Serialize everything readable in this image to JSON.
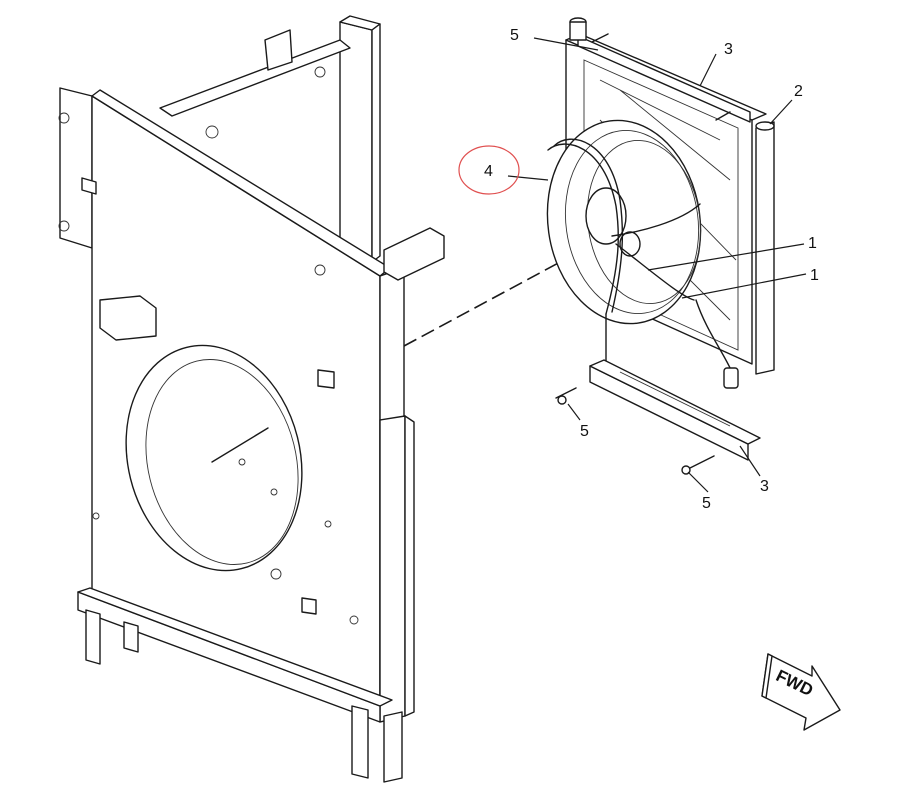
{
  "callouts": {
    "c1a": "1",
    "c1b": "1",
    "c2": "2",
    "c3a": "3",
    "c3b": "3",
    "c4": "4",
    "c5a": "5",
    "c5b": "5",
    "c5c": "5"
  },
  "direction_arrow": {
    "label": "FWD"
  },
  "highlight": {
    "callout": "4",
    "color": "#e05050"
  }
}
